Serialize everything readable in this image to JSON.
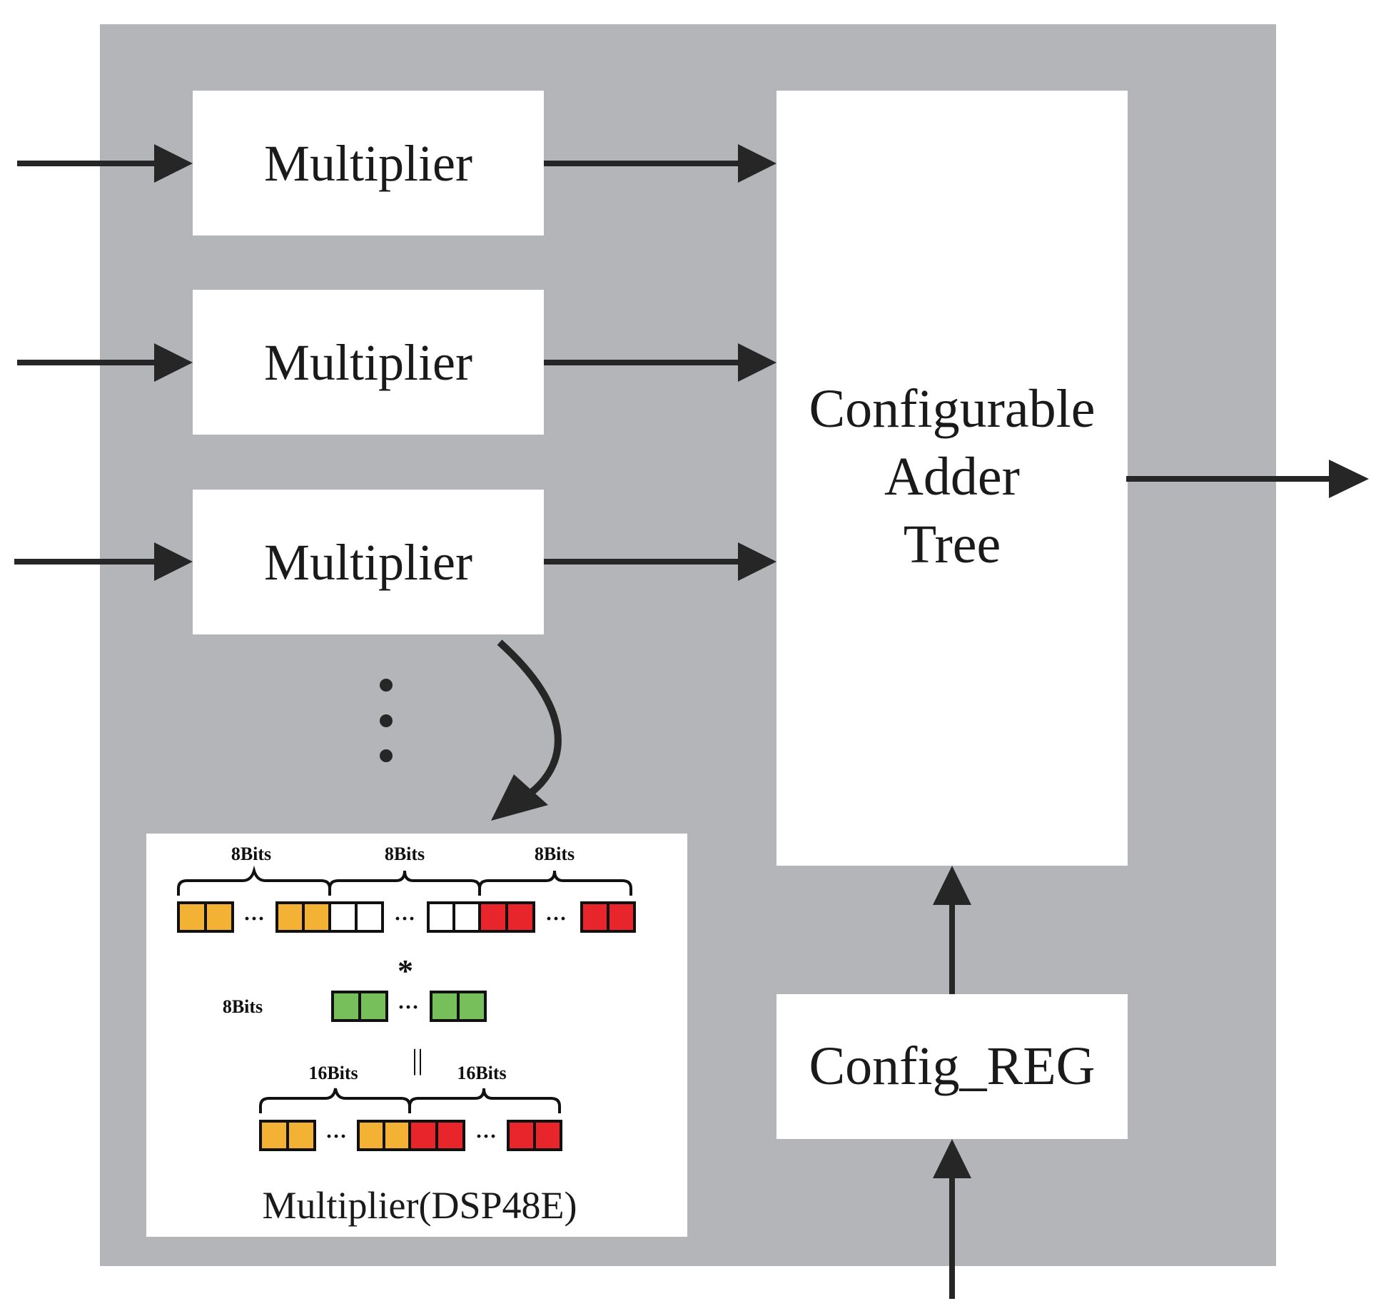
{
  "colors": {
    "background": "#b4b5b9",
    "block": "#ffffff",
    "arrow": "#262626",
    "cell_orange": "#f4b234",
    "cell_white": "#ffffff",
    "cell_red": "#e8252a",
    "cell_green": "#77bf5a"
  },
  "multipliers": [
    {
      "label": "Multiplier"
    },
    {
      "label": "Multiplier"
    },
    {
      "label": "Multiplier"
    }
  ],
  "adder": {
    "lines": [
      "Configurable",
      "Adder",
      "Tree"
    ]
  },
  "config_reg": {
    "label": "Config_REG"
  },
  "dsp_panel": {
    "caption": "Multiplier(DSP48E)",
    "top_groups": [
      "8Bits",
      "8Bits",
      "8Bits"
    ],
    "operator_multiply": "*",
    "middle_label": "8Bits",
    "operator_equals": "||",
    "bottom_groups": [
      "16Bits",
      "16Bits"
    ]
  }
}
